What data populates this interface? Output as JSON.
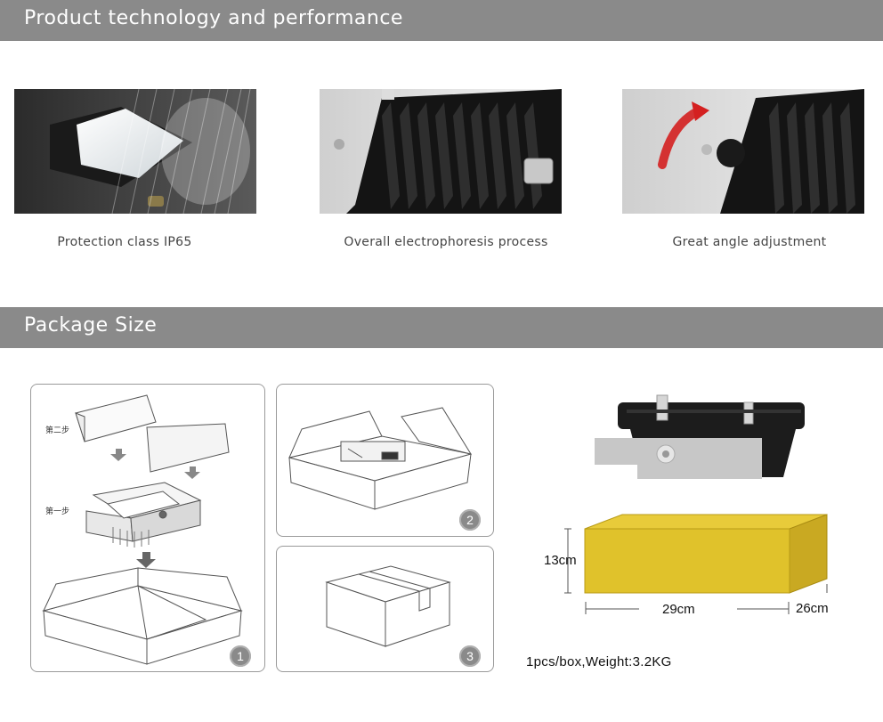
{
  "sections": {
    "technology": "Product technology and performance",
    "package": "Package Size"
  },
  "features": [
    {
      "caption": "Protection class IP65",
      "icon": "ip65-rain-photo"
    },
    {
      "caption": "Overall electrophoresis process",
      "icon": "heatsink-photo"
    },
    {
      "caption": "Great angle adjustment",
      "icon": "angle-adjust-photo"
    }
  ],
  "packing_steps": {
    "step1_label": "第一步",
    "step2_label": "第二步",
    "badges": [
      "1",
      "2",
      "3"
    ]
  },
  "package": {
    "height": "13cm",
    "length": "29cm",
    "width": "26cm",
    "weight_note": "1pcs/box,Weight:3.2KG",
    "box_color": "#e0c22b"
  }
}
